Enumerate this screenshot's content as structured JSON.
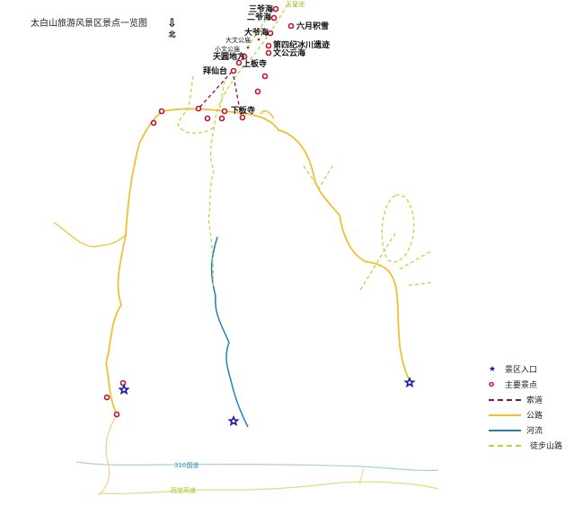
{
  "title": "太白山旅游风景区景点一览图",
  "north": {
    "icon": "arrow-down-icon",
    "label": "北"
  },
  "places": {
    "yuhuangchi": "玉皇池",
    "sanyehai": "三爷海",
    "eryehai": "二爷海",
    "dayehai": "大爷海",
    "liuyue": "六月积雪",
    "dawengong": "大文公庙",
    "bingchuan": "第四纪冰川遗迹",
    "xiaowengong": "小文公庙",
    "wengongyunhai": "文公云海",
    "tianyuan": "天圆地方",
    "shangbansi": "上板寺",
    "baixiantai": "拜仙台",
    "xiabansi": "下板寺"
  },
  "roads": {
    "g310": "310国道",
    "xibao": "西宝高速"
  },
  "legend": [
    {
      "label": "景区入口",
      "icon": "star-icon",
      "color": "#1a1aa8"
    },
    {
      "label": "主要景点",
      "icon": "circle-icon",
      "color": "#c0102a"
    },
    {
      "label": "索道",
      "color": "#8a1040"
    },
    {
      "label": "公路",
      "color": "#f0c030"
    },
    {
      "label": "河流",
      "color": "#2080c0"
    },
    {
      "label": "徒步山路",
      "color": "#b8d840"
    }
  ]
}
